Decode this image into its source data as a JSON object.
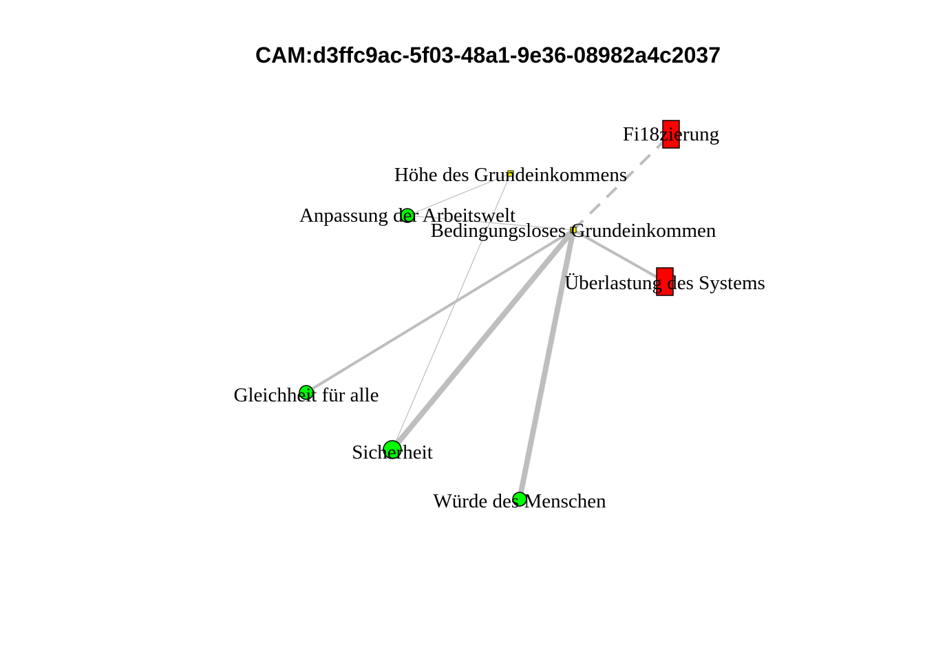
{
  "title": "CAM:d3ffc9ac-5f03-48a1-9e36-08982a4c2037",
  "colors": {
    "positive": "#00ff00",
    "negative": "#ff0000",
    "neutral": "#ffff00",
    "edge": "#bebebe",
    "background": "#ffffff"
  },
  "nodes": [
    {
      "id": "fixierung",
      "label": "Fi18zierung",
      "valence": "negative",
      "shape": "rectangle"
    },
    {
      "id": "hoehe",
      "label": "Höhe des Grundeinkommens",
      "valence": "neutral",
      "shape": "small-square"
    },
    {
      "id": "anpassung",
      "label": "Anpassung der Arbeitswelt",
      "valence": "positive",
      "shape": "circle"
    },
    {
      "id": "bge",
      "label": "Bedingungsloses Grundeinkommen",
      "valence": "neutral",
      "shape": "small-square"
    },
    {
      "id": "ueberlastung",
      "label": "Überlastung des Systems",
      "valence": "negative",
      "shape": "rectangle"
    },
    {
      "id": "gleichheit",
      "label": "Gleichheit für alle",
      "valence": "positive",
      "shape": "circle"
    },
    {
      "id": "sicherheit",
      "label": "Sicherheit",
      "valence": "positive",
      "shape": "circle-large"
    },
    {
      "id": "wuerde",
      "label": "Würde des Menschen",
      "valence": "positive",
      "shape": "circle"
    }
  ],
  "edges": [
    {
      "from": "bge",
      "to": "fixierung",
      "style": "dashed",
      "weight": 3
    },
    {
      "from": "bge",
      "to": "ueberlastung",
      "style": "solid",
      "weight": 3
    },
    {
      "from": "bge",
      "to": "gleichheit",
      "style": "solid",
      "weight": 3
    },
    {
      "from": "bge",
      "to": "sicherheit",
      "style": "solid",
      "weight": 5
    },
    {
      "from": "bge",
      "to": "wuerde",
      "style": "solid",
      "weight": 5
    },
    {
      "from": "bge",
      "to": "anpassung",
      "style": "solid",
      "weight": 1
    },
    {
      "from": "hoehe",
      "to": "anpassung",
      "style": "solid",
      "weight": 1
    },
    {
      "from": "hoehe",
      "to": "sicherheit",
      "style": "solid",
      "weight": 1
    }
  ]
}
